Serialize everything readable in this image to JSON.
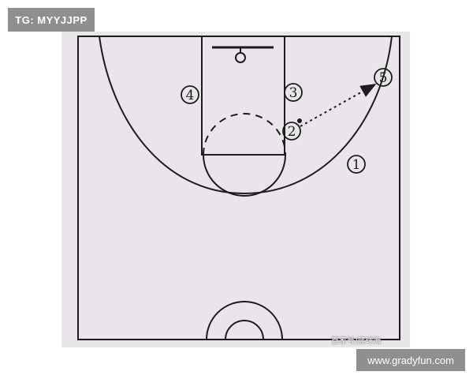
{
  "overlay": {
    "top_tag": "TG: MYYJJPP",
    "bottom_tag": "www.gradyfun.com",
    "source_caption": "百家号/篮球海"
  },
  "players": [
    {
      "label": "1"
    },
    {
      "label": "2"
    },
    {
      "label": "3"
    },
    {
      "label": "4"
    },
    {
      "label": "5"
    }
  ],
  "pass": {
    "from": "2",
    "to": "5",
    "style": "dashed"
  },
  "colors": {
    "paper": "#e9e5ea",
    "ink": "#1c1c1c",
    "tag_bg": "#8f8f8f",
    "tag_text": "#ffffff"
  }
}
